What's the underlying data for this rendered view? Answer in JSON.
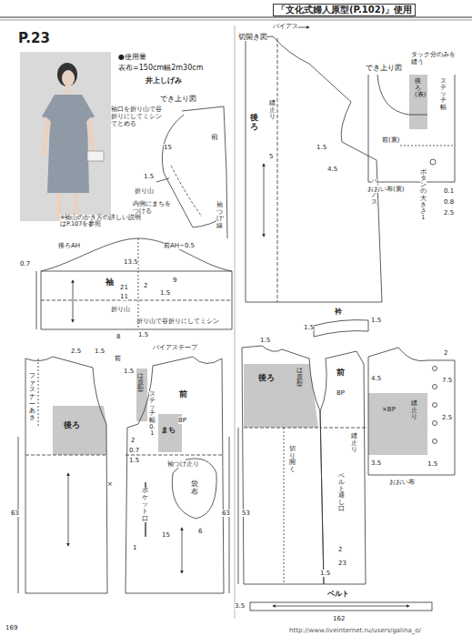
{
  "diagram": {
    "title": "「文化式婦人原型(P.102)」使用",
    "labels": [
      "P.23",
      "●使用量",
      "表布=150cm幅2m30cm",
      "井上しげみ",
      "でき上り図",
      "袖口を折り山で谷折りにしてミシンでとめる",
      "前",
      "15",
      "1.5",
      "折り山",
      "内側にまちをつける",
      "袖つけ線",
      "※袖山のかき方の詳しい説明はP.107を参照",
      "後ろAH",
      "前AH−0.5",
      "0.7",
      "13.5",
      "袖",
      "21",
      "11",
      "2",
      "9",
      "1.5",
      "折り山",
      "折り山で谷折りにしてミシン",
      "8",
      "1.5",
      "2.5",
      "1.5",
      "前",
      "ファスナーあき",
      "後ろ",
      "63",
      "バイアステープ",
      "1.5",
      "は原型",
      "ステッチ幅0.1",
      "前",
      "BP",
      "まち",
      "2",
      "0.7",
      "1.5",
      "袖つけ止り",
      "ポケット口",
      "袋布",
      "63",
      "×",
      "15",
      "6",
      "1",
      "切開き図",
      "バイアス",
      "後ろ",
      "縫止り",
      "5",
      "バイアス",
      "1.5",
      "4.5",
      "でき上り図",
      "タック分のみを縫う",
      "後ろ(表)",
      "前(裏)",
      "おおい布(裏)",
      "ボタンの大きさ1",
      "ステッチ幅",
      "0.1",
      "0.8",
      "2.5",
      "衿",
      "1.5",
      "1.5",
      "1.5",
      "後ろ",
      "は原型",
      "前",
      "BP",
      "切り開く",
      "53",
      "縫止り",
      "ベルト通し口",
      "2",
      "23",
      "1.5",
      "2",
      "7.5",
      "4.5",
      "×BP",
      "2.5",
      "3.5",
      "縫止り",
      "1.5",
      "おおい布",
      "ベルト",
      "3.5",
      "162",
      "169",
      "http://www.liveinternet.ru/users/galina_o/"
    ]
  }
}
